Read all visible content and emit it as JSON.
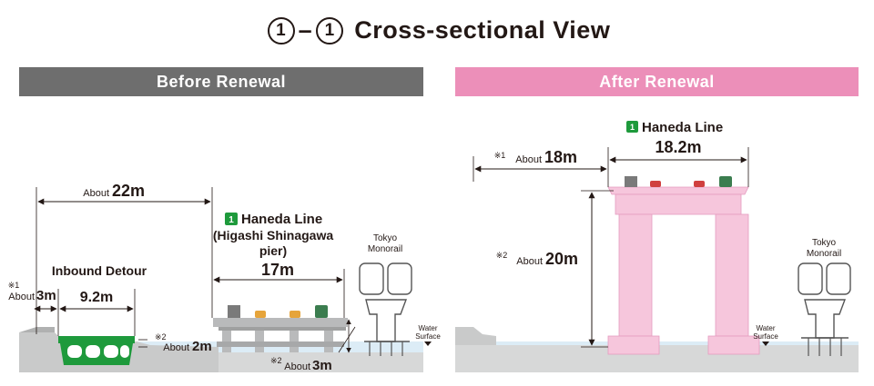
{
  "title": {
    "circle_a": "1",
    "dash": "–",
    "circle_b": "1",
    "text": "Cross-sectional View"
  },
  "before": {
    "banner": "Before Renewal",
    "width_total": {
      "prefix": "About",
      "value": "22m"
    },
    "haneda_badge": "1",
    "haneda_line": "Haneda Line",
    "haneda_sub1": "(Higashi Shinagawa",
    "haneda_sub2": "pier)",
    "haneda_width": "17m",
    "detour_label": "Inbound Detour",
    "detour_width": "9.2m",
    "note1_mark": "※1",
    "detour_height": {
      "prefix": "About",
      "value": "3m"
    },
    "note2_mark_a": "※2",
    "clearance": {
      "prefix": "About",
      "value": "2m"
    },
    "note2_mark_b": "※2",
    "depth": {
      "prefix": "About",
      "value": "3m"
    },
    "monorail_1": "Tokyo",
    "monorail_2": "Monorail",
    "water_1": "Water",
    "water_2": "Surface"
  },
  "after": {
    "banner": "After Renewal",
    "haneda_badge": "1",
    "haneda_line": "Haneda Line",
    "haneda_width": "18.2m",
    "note1_mark": "※1",
    "offset": {
      "prefix": "About",
      "value": "18m"
    },
    "note2_mark": "※2",
    "height": {
      "prefix": "About",
      "value": "20m"
    },
    "monorail_1": "Tokyo",
    "monorail_2": "Monorail",
    "water_1": "Water",
    "water_2": "Surface"
  },
  "colors": {
    "before_banner": "#6e6e6e",
    "after_banner": "#ec8fb9",
    "detour_green": "#1e9a3c",
    "pier_pink": "#f6c6dc",
    "water": "#dcecf6",
    "structure_gray": "#b9babb"
  }
}
